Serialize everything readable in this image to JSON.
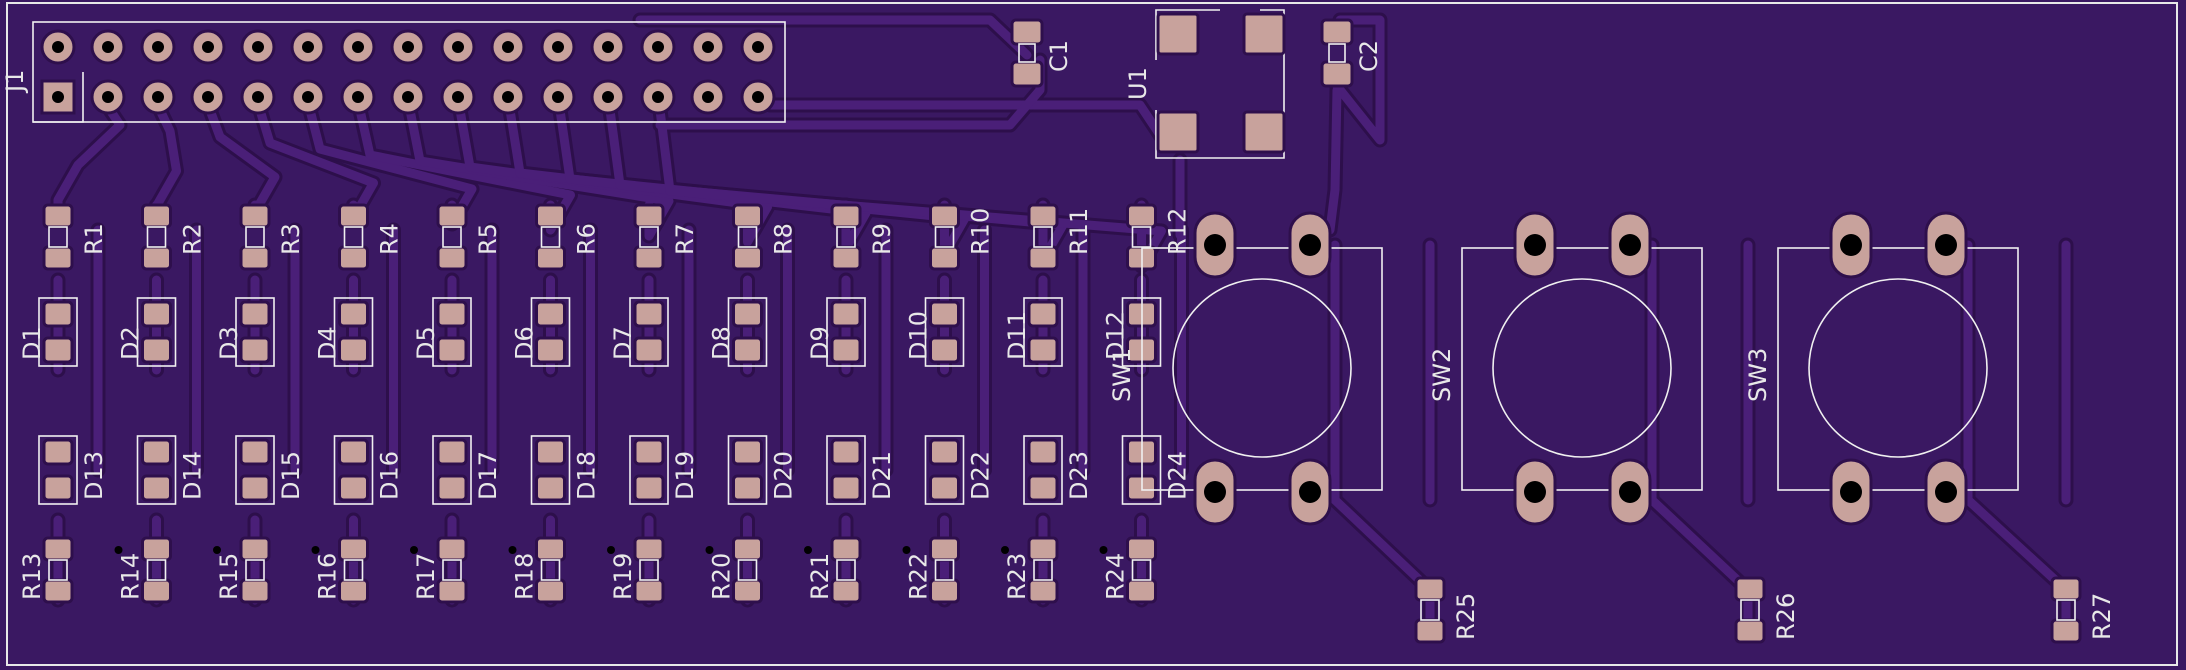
{
  "board": {
    "colors": {
      "substrate": "#3a1862",
      "copper_trace": "#4a1f78",
      "pad": "#c8a29c",
      "silkscreen": "#e8e8e8",
      "drill": "#000000"
    },
    "connector": {
      "ref": "J1",
      "pins": 30
    },
    "capacitors": [
      {
        "ref": "C1"
      },
      {
        "ref": "C2"
      }
    ],
    "ic": {
      "ref": "U1"
    },
    "resistors_top": [
      "R1",
      "R2",
      "R3",
      "R4",
      "R5",
      "R6",
      "R7",
      "R8",
      "R9",
      "R10",
      "R11",
      "R12"
    ],
    "leds_top": [
      "D1",
      "D2",
      "D3",
      "D4",
      "D5",
      "D6",
      "D7",
      "D8",
      "D9",
      "D10",
      "D11",
      "D12"
    ],
    "leds_bottom": [
      "D13",
      "D14",
      "D15",
      "D16",
      "D17",
      "D18",
      "D19",
      "D20",
      "D21",
      "D22",
      "D23",
      "D24"
    ],
    "resistors_bottom": [
      "R13",
      "R14",
      "R15",
      "R16",
      "R17",
      "R18",
      "R19",
      "R20",
      "R21",
      "R22",
      "R23",
      "R24"
    ],
    "switches": [
      {
        "ref": "SW1",
        "pullup": "R25"
      },
      {
        "ref": "SW2",
        "pullup": "R26"
      },
      {
        "ref": "SW3",
        "pullup": "R27"
      }
    ]
  }
}
